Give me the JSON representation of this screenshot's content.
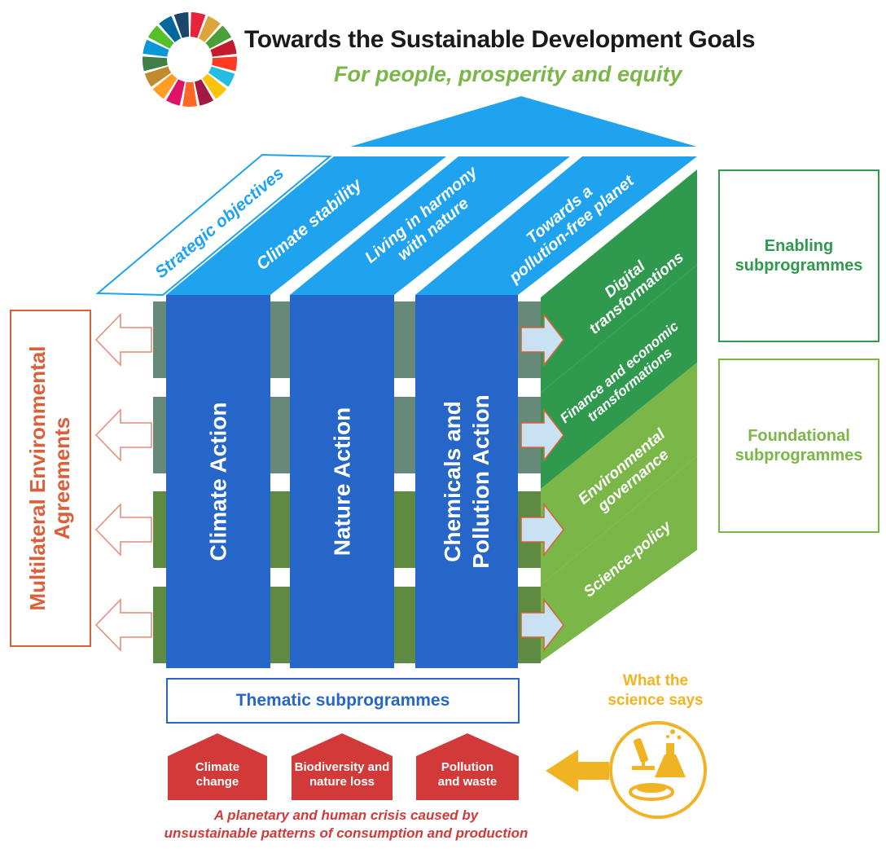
{
  "header": {
    "title": "Towards the Sustainable Development Goals",
    "subtitle": "For people, prosperity and equity"
  },
  "top_face": {
    "strategic_label": "Strategic objectives",
    "objectives": [
      "Climate stability",
      "Living in harmony\nwith nature",
      "Towards a\npollution-free planet"
    ]
  },
  "columns": [
    "Climate Action",
    "Nature Action",
    "Chemicals and\nPollution Action"
  ],
  "side_face": {
    "enabling": [
      "Digital\ntransformations",
      "Finance and economic\ntransformations"
    ],
    "foundational": [
      "Environmental\ngovernance",
      "Science-policy"
    ]
  },
  "right_boxes": {
    "enabling": "Enabling\nsubprogrammes",
    "foundational": "Foundational\nsubprogrammes"
  },
  "left_box": "Multilateral Environmental\nAgreements",
  "thematic_label": "Thematic subprogrammes",
  "crises": [
    "Climate\nchange",
    "Biodiversity and\nnature loss",
    "Pollution\nand waste"
  ],
  "crisis_caption": "A planetary and human crisis caused by\nunsustainable patterns of consumption and production",
  "science_label": "What the\nscience says",
  "colors": {
    "column_blue": "#2766c9",
    "top_blue": "#1fa3ee",
    "enabling_green": "#2f9a4d",
    "foundational_green": "#7ab648",
    "mea_orange": "#d9603b",
    "crisis_red": "#d23a3a",
    "science_yellow": "#f0b323"
  },
  "icons": [
    "sdg-wheel-icon",
    "microscope-icon",
    "flask-icon",
    "petri-dish-icon"
  ]
}
